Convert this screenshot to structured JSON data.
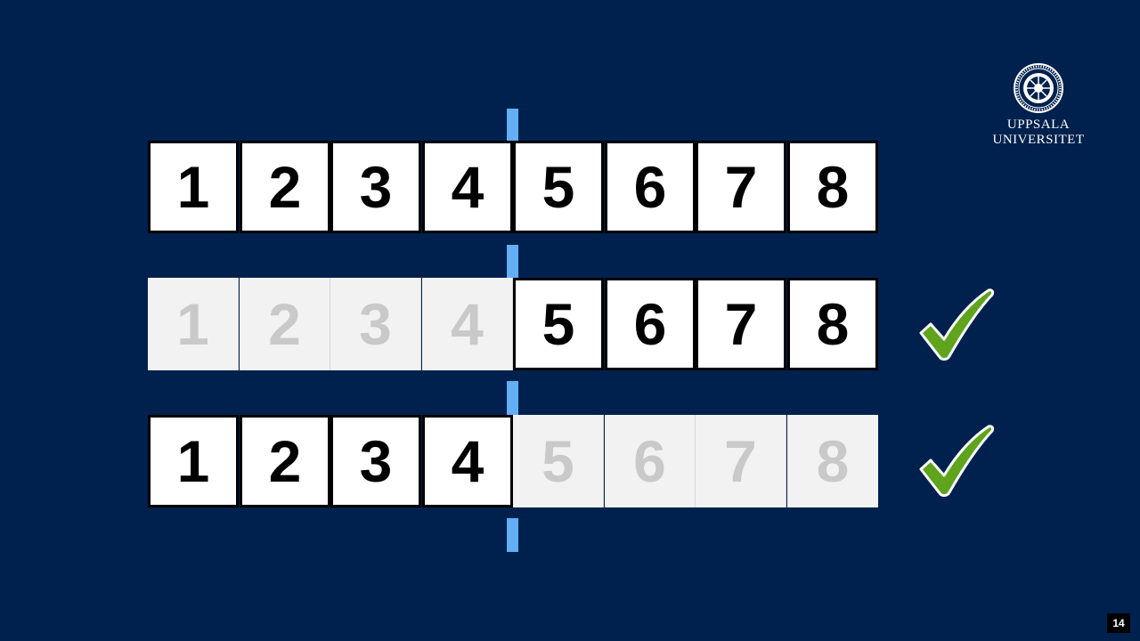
{
  "rows": [
    {
      "cells": [
        {
          "label": "1",
          "active": true
        },
        {
          "label": "2",
          "active": true
        },
        {
          "label": "3",
          "active": true
        },
        {
          "label": "4",
          "active": true
        },
        {
          "label": "5",
          "active": true
        },
        {
          "label": "6",
          "active": true
        },
        {
          "label": "7",
          "active": true
        },
        {
          "label": "8",
          "active": true
        }
      ],
      "checked": false
    },
    {
      "cells": [
        {
          "label": "1",
          "active": false
        },
        {
          "label": "2",
          "active": false
        },
        {
          "label": "3",
          "active": false
        },
        {
          "label": "4",
          "active": false
        },
        {
          "label": "5",
          "active": true
        },
        {
          "label": "6",
          "active": true
        },
        {
          "label": "7",
          "active": true
        },
        {
          "label": "8",
          "active": true
        }
      ],
      "checked": true
    },
    {
      "cells": [
        {
          "label": "1",
          "active": true
        },
        {
          "label": "2",
          "active": true
        },
        {
          "label": "3",
          "active": true
        },
        {
          "label": "4",
          "active": true
        },
        {
          "label": "5",
          "active": false
        },
        {
          "label": "6",
          "active": false
        },
        {
          "label": "7",
          "active": false
        },
        {
          "label": "8",
          "active": false
        }
      ],
      "checked": true
    }
  ],
  "logo": {
    "line1": "UPPSALA",
    "line2": "UNIVERSITET",
    "icon": "university-seal-icon"
  },
  "page_number": "14",
  "colors": {
    "background": "#00214d",
    "divider": "#63aef5",
    "check": "#5fa41c",
    "active_cell": "#ffffff",
    "inactive_cell": "#f3f2f3",
    "inactive_text": "#c9c9c9"
  }
}
